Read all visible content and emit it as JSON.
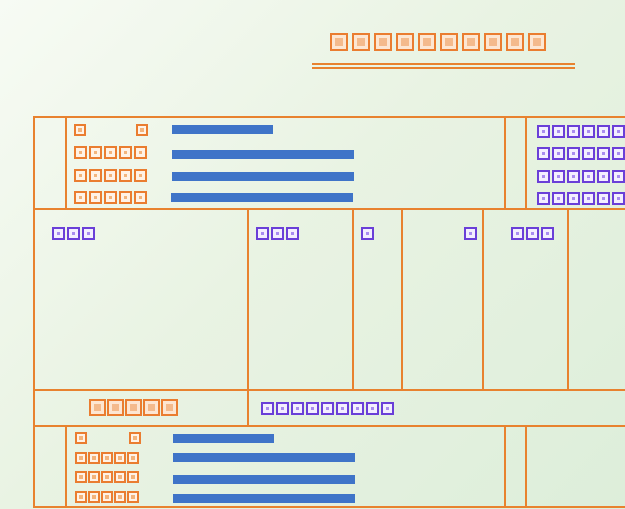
{
  "document": {
    "title_glyph_count": 10,
    "top_section": {
      "left_labels": [
        1,
        1,
        5,
        5,
        5
      ],
      "right_column_rows": [
        6,
        6,
        6,
        6
      ],
      "line_values": [
        0.45,
        0.81,
        0.81,
        0.81
      ]
    },
    "header_row": {
      "column_glyph_counts": [
        3,
        3,
        1,
        1,
        3
      ]
    },
    "footer_row": {
      "left_glyph_count": 5,
      "right_glyph_count": 9
    },
    "bottom_section": {
      "left_labels": [
        1,
        1,
        5,
        5,
        5
      ],
      "line_values": [
        0.45,
        0.81,
        0.81,
        0.81
      ]
    }
  }
}
